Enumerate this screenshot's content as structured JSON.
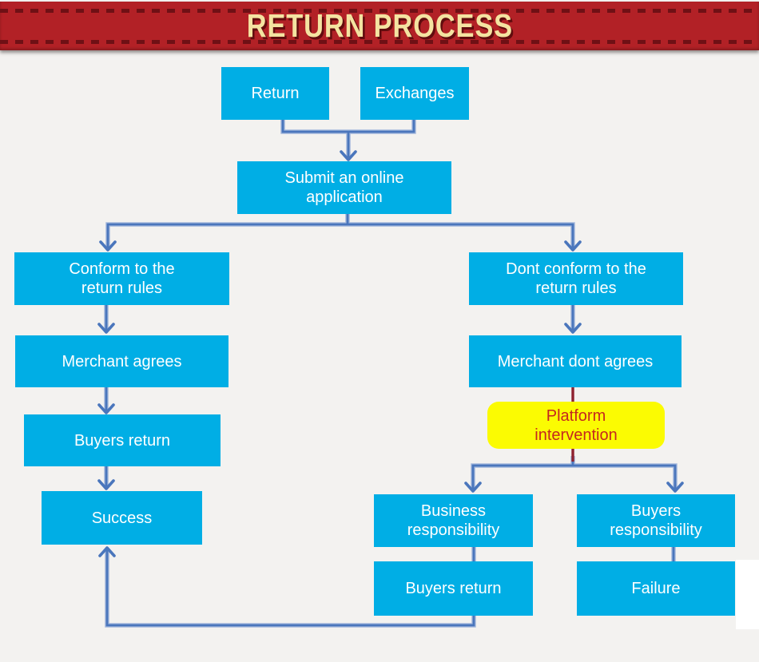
{
  "banner": {
    "title": "RETURN PROCESS"
  },
  "colors": {
    "banner_bg": "#b22126",
    "banner_stitch": "#6f1015",
    "banner_text": "#f4e3a1",
    "node_fill": "#00aee5",
    "node_text": "#ffffff",
    "highlight_fill": "#fbfb02",
    "highlight_text": "#c5271f",
    "connector": "#4a76bc",
    "connector_maroon": "#8e2230",
    "background": "#f3f2f0"
  },
  "nodes": {
    "return": {
      "label": "Return"
    },
    "exchanges": {
      "label": "Exchanges"
    },
    "submit": {
      "label": "Submit an online\napplication"
    },
    "conform": {
      "label": "Conform to the\nreturn rules"
    },
    "dont_conform": {
      "label": "Dont conform to the\nreturn rules"
    },
    "merchant_agrees": {
      "label": "Merchant agrees"
    },
    "merchant_dont_agrees": {
      "label": "Merchant dont agrees"
    },
    "buyers_return_left": {
      "label": "Buyers return"
    },
    "platform_intervention": {
      "label": "Platform\nintervention"
    },
    "success": {
      "label": "Success"
    },
    "business_responsibility": {
      "label": "Business\nresponsibility"
    },
    "buyers_responsibility": {
      "label": "Buyers\nresponsibility"
    },
    "buyers_return_right": {
      "label": "Buyers return"
    },
    "failure": {
      "label": "Failure"
    }
  },
  "edges": [
    {
      "from": "Return",
      "to": "Submit an online application"
    },
    {
      "from": "Exchanges",
      "to": "Submit an online application"
    },
    {
      "from": "Submit an online application",
      "to": "Conform to the return rules"
    },
    {
      "from": "Submit an online application",
      "to": "Dont conform to the return rules"
    },
    {
      "from": "Conform to the return rules",
      "to": "Merchant agrees"
    },
    {
      "from": "Merchant agrees",
      "to": "Buyers return"
    },
    {
      "from": "Buyers return",
      "to": "Success"
    },
    {
      "from": "Dont conform to the return rules",
      "to": "Merchant dont agrees"
    },
    {
      "from": "Merchant dont agrees",
      "to": "Platform intervention"
    },
    {
      "from": "Platform intervention",
      "to": "Business responsibility"
    },
    {
      "from": "Platform intervention",
      "to": "Buyers responsibility"
    },
    {
      "from": "Business responsibility",
      "to": "Buyers return"
    },
    {
      "from": "Buyers responsibility",
      "to": "Failure"
    },
    {
      "from": "Buyers return",
      "to": "Success"
    }
  ]
}
